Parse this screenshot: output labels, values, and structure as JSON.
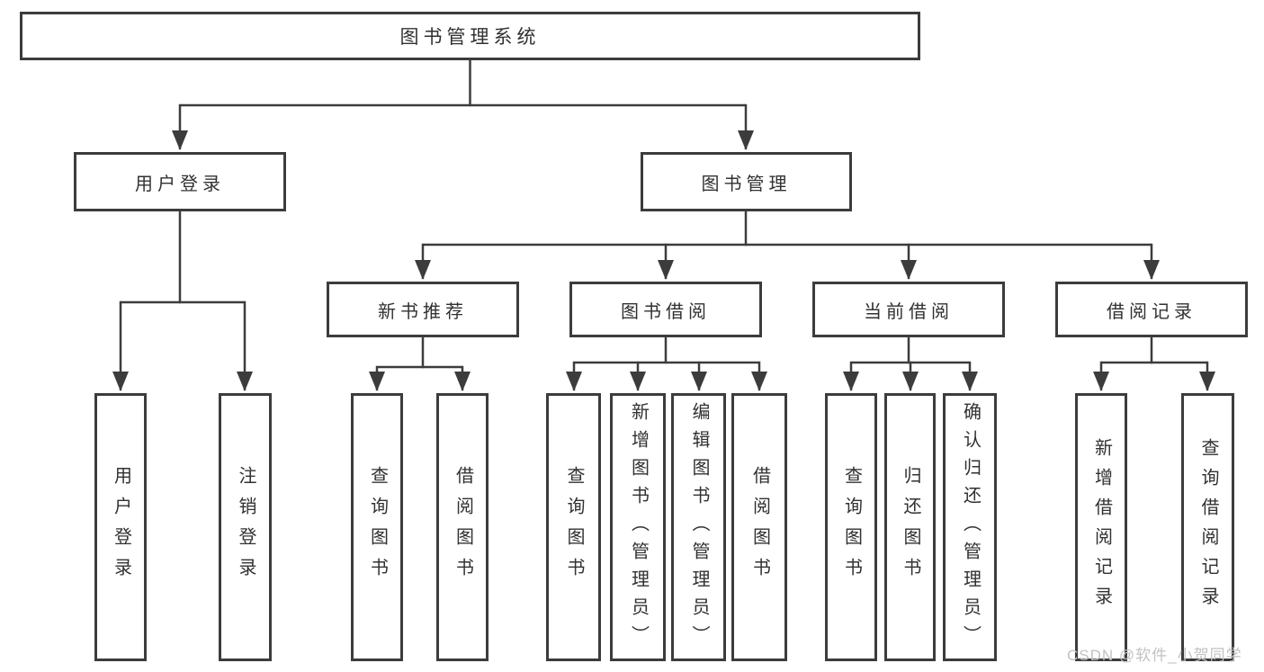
{
  "diagram": {
    "root": "图书管理系统",
    "level2": [
      "用户登录",
      "图书管理"
    ],
    "level3": [
      "新书推荐",
      "图书借阅",
      "当前借阅",
      "借阅记录"
    ],
    "leaves": {
      "user_login": [
        "用户登录",
        "注销登录"
      ],
      "new_book": [
        "查询图书",
        "借阅图书"
      ],
      "book_borrow": [
        "查询图书",
        "新增图书（管理员）",
        "编辑图书（管理员）",
        "借阅图书"
      ],
      "current_borrow": [
        "查询图书",
        "归还图书",
        "确认归还（管理员）"
      ],
      "borrow_record": [
        "新增借阅记录",
        "查询借阅记录"
      ]
    }
  },
  "watermark": "CSDN @软件_小贺同学",
  "colors": {
    "line": "#3c3c3c",
    "text": "#313131",
    "watermark": "#c2c2c2",
    "bg": "#ffffff"
  }
}
